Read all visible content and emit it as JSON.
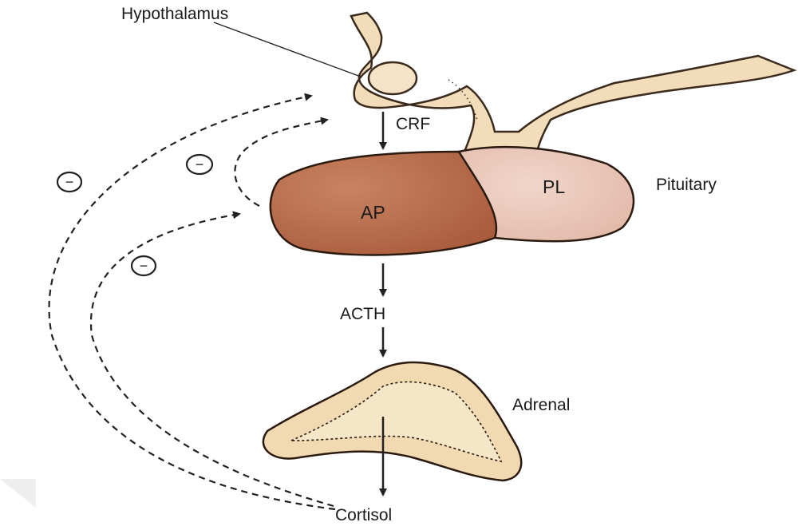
{
  "labels": {
    "hypothalamus": "Hypothalamus",
    "crf": "CRF",
    "ap": "AP",
    "pl": "PL",
    "pituitary": "Pituitary",
    "acth": "ACTH",
    "adrenal": "Adrenal",
    "cortisol": "Cortisol"
  },
  "feedback_signs": [
    "−",
    "−",
    "−"
  ],
  "colors": {
    "tissue_fill": "#f3dcb9",
    "tissue_stroke": "#3a2a1c",
    "anterior_pituitary": "#b86a48",
    "posterior_pituitary": "#e9c7b9",
    "adrenal_fill": "#f1d9b1",
    "line": "#222222"
  }
}
